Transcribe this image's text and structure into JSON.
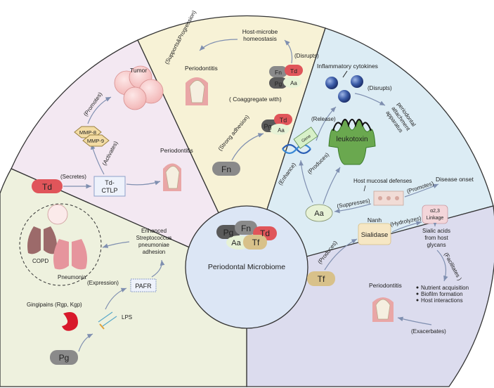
{
  "center": {
    "title": "Periodontal Microbiome",
    "pg": "Pg",
    "fn": "Fn",
    "td": "Td",
    "aa": "Aa",
    "tf": "Tf"
  },
  "td_panel": {
    "node": "Td",
    "secretes": "(Secretes)",
    "ctlp_line1": "Td-",
    "ctlp_line2": "CTLP",
    "activates": "(Activates)",
    "mmp8": "MMP-8",
    "mmp9": "MMP-9",
    "promotes": "(Promotes)",
    "tumor": "Tumor",
    "periodontitis": "Periodontitis"
  },
  "fn_panel": {
    "node": "Fn",
    "strong_adhesion": "(Strong adhesion)",
    "coaggregate": "( Coaggregate with)",
    "pg": "Pg",
    "td": "Td",
    "aa": "Aa",
    "fn2": "Fn",
    "pg2": "Pg",
    "td2": "Td",
    "aa2": "Aa",
    "disrupts": "(Disrupts)",
    "host_microbe_1": "Host-microbe",
    "host_microbe_2": "homeostasis",
    "supports": "(Supports&Progression)",
    "periodontitis": "Periodontitis"
  },
  "aa_panel": {
    "node": "Aa",
    "inflammatory": "Inflammatory cytokines",
    "release": "(Release)",
    "disrupts": "(Disrupts)",
    "attach_1": "periodontal",
    "attach_2": "attachment",
    "attach_3": "apparatus",
    "gene": "Gene",
    "enhance": "(Enhance)",
    "produces": "(Produces)",
    "leukotoxin": "leukotoxin",
    "host_defenses": "Host mucosal defenses",
    "suppresses": "(Suppresses)",
    "promotes": "(Promotes)",
    "disease_onset": "Disease onset"
  },
  "tf_panel": {
    "node": "Tf",
    "produces": "(Produces)",
    "nanh": "Nanh",
    "sialidase": "Sialidase",
    "hydrolyzes": "(Hydrolyzes)",
    "linkage_1": "α2,3",
    "linkage_2": "Linkage",
    "sialic_1": "Sialic acids",
    "sialic_2": "from host",
    "sialic_3": "glycans",
    "facilitates": "(Facilitates )",
    "bullets": [
      "Nutrient acquisition",
      "Biofilm formation",
      "Host interactions"
    ],
    "exacerbates": "(Exacerbates)",
    "periodontitis": "Periodontitis"
  },
  "pg_panel": {
    "node": "Pg",
    "gingipains": "Gingipains (Rgp, Kgp)",
    "lps": "LPS",
    "expression": "(Expression)",
    "pafr": "PAFR",
    "enhanced_1": "Enhanced",
    "enhanced_2": "Streptococcus",
    "enhanced_3": "pneumoniae",
    "enhanced_4": "adhesion",
    "copd": "COPD",
    "pneumonia": "Pneumonia"
  },
  "colors": {
    "td_bg": "#f3e8f2",
    "fn_bg": "#f7f2d6",
    "aa_bg": "#dcecf4",
    "tf_bg": "#dcdcee",
    "pg_bg": "#eef1de",
    "center_bg": "#dce6f5",
    "td_pill": "#e0555a",
    "fn_pill": "#8a8a8a",
    "pg_pill": "#5a5a5a",
    "aa_pill": "#e7f2d6",
    "tf_pill": "#d8c18a",
    "arrow": "#8c9ab8"
  }
}
